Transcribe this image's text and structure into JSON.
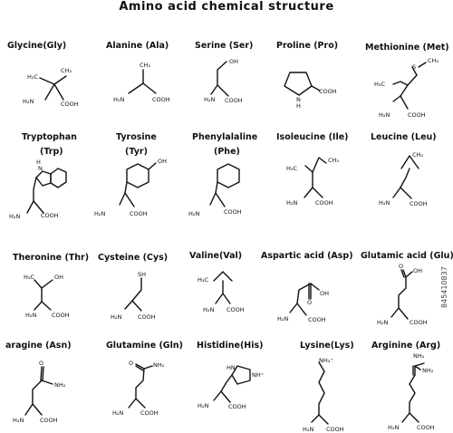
{
  "title": "Amino acid chemical structure",
  "stock_id": "845410837",
  "amino_acids": [
    {
      "id": "gly",
      "name": "Glycine",
      "abbr": "(Gly)",
      "labels": [
        "H₃C",
        "CH₃",
        "H₂N",
        "COOH"
      ]
    },
    {
      "id": "ala",
      "name": "Alanine",
      "abbr": "(Ala)",
      "labels": [
        "CH₃",
        "H₂N",
        "COOH"
      ]
    },
    {
      "id": "ser",
      "name": "Serine",
      "abbr": "(Ser)",
      "labels": [
        "OH",
        "H₂N",
        "COOH"
      ]
    },
    {
      "id": "pro",
      "name": "Proline",
      "abbr": "(Pro)",
      "labels": [
        "N",
        "H",
        "COOH"
      ]
    },
    {
      "id": "met",
      "name": "Methionine",
      "abbr": "(Met)",
      "labels": [
        "S",
        "CH₃",
        "H₃C",
        "H₂N",
        "COOH"
      ]
    },
    {
      "id": "trp",
      "name": "Tryptophan",
      "abbr": "(Trp)",
      "labels": [
        "H",
        "N",
        "H₂N",
        "COOH"
      ]
    },
    {
      "id": "tyr",
      "name": "Tyrosine",
      "abbr": "(Tyr)",
      "labels": [
        "OH",
        "H₂N",
        "COOH"
      ]
    },
    {
      "id": "phe",
      "name": "Phenylalaline",
      "abbr": "(Phe)",
      "labels": [
        "H₂N",
        "COOH"
      ]
    },
    {
      "id": "ile",
      "name": "Isoleucine",
      "abbr": "(Ile)",
      "labels": [
        "CH₃",
        "H₃C",
        "H₂N",
        "COOH"
      ]
    },
    {
      "id": "leu",
      "name": "Leucine",
      "abbr": "(Leu)",
      "labels": [
        "CH₃",
        "H₂N",
        "COOH"
      ]
    },
    {
      "id": "thr",
      "name": "Theronine",
      "abbr": "(Thr)",
      "labels": [
        "H₃C",
        "OH",
        "H₂N",
        "COOH"
      ]
    },
    {
      "id": "cys",
      "name": "Cysteine",
      "abbr": "(Cys)",
      "labels": [
        "SH",
        "H₂N",
        "COOH"
      ]
    },
    {
      "id": "val",
      "name": "Valine",
      "abbr": "(Val)",
      "labels": [
        "H₃C",
        "H₂N",
        "COOH"
      ]
    },
    {
      "id": "asp",
      "name": "Aspartic acid",
      "abbr": "(Asp)",
      "labels": [
        "OH",
        "O",
        "H₂N",
        "COOH"
      ]
    },
    {
      "id": "glu",
      "name": "Glutamic acid",
      "abbr": "(Glu)",
      "labels": [
        "OH",
        "O",
        "H₂N",
        "COOH"
      ]
    },
    {
      "id": "asn",
      "name": "aragine",
      "abbr": "(Asn)",
      "labels": [
        "O",
        "NH₂",
        "H₂N",
        "COOH"
      ]
    },
    {
      "id": "gln",
      "name": "Glutamine",
      "abbr": "(Gln)",
      "labels": [
        "O",
        "NH₂",
        "H₂N",
        "COOH"
      ]
    },
    {
      "id": "his",
      "name": "Histidine",
      "abbr": "(His)",
      "labels": [
        "HN",
        "NH⁺",
        "H₂N",
        "COOH"
      ]
    },
    {
      "id": "lys",
      "name": "Lysine",
      "abbr": "(Lys)",
      "labels": [
        "NH₃⁺",
        "H₂N",
        "COOH"
      ]
    },
    {
      "id": "arg",
      "name": "Arginine",
      "abbr": "(Arg)",
      "labels": [
        "NH₂",
        "NH₂",
        "H₂N",
        "COOH"
      ]
    }
  ]
}
